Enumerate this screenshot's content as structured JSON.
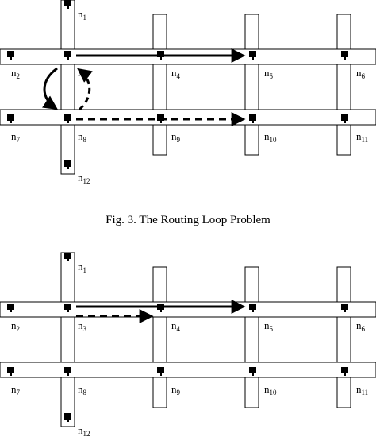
{
  "caption": "Fig. 3.  The Routing Loop Problem",
  "node_labels": {
    "n1": "1",
    "n2": "2",
    "n3": "3",
    "n4": "4",
    "n5": "5",
    "n6": "6",
    "n7": "7",
    "n8": "8",
    "n9": "9",
    "n10": "10",
    "n11": "11",
    "n12": "12"
  },
  "node_prefix": "n",
  "panels": [
    {
      "id": "top",
      "route_from": "n3",
      "route_via": "n4",
      "route_to": "n5",
      "loop_between": [
        "n3",
        "n8"
      ],
      "dashed_from": "n8",
      "dashed_to": "n10"
    },
    {
      "id": "bottom",
      "route_from": "n3",
      "route_to": "n5",
      "dashed_from": "n3",
      "dashed_to": "n4"
    }
  ],
  "colors": {
    "ink": "#000000",
    "paper": "#ffffff"
  }
}
